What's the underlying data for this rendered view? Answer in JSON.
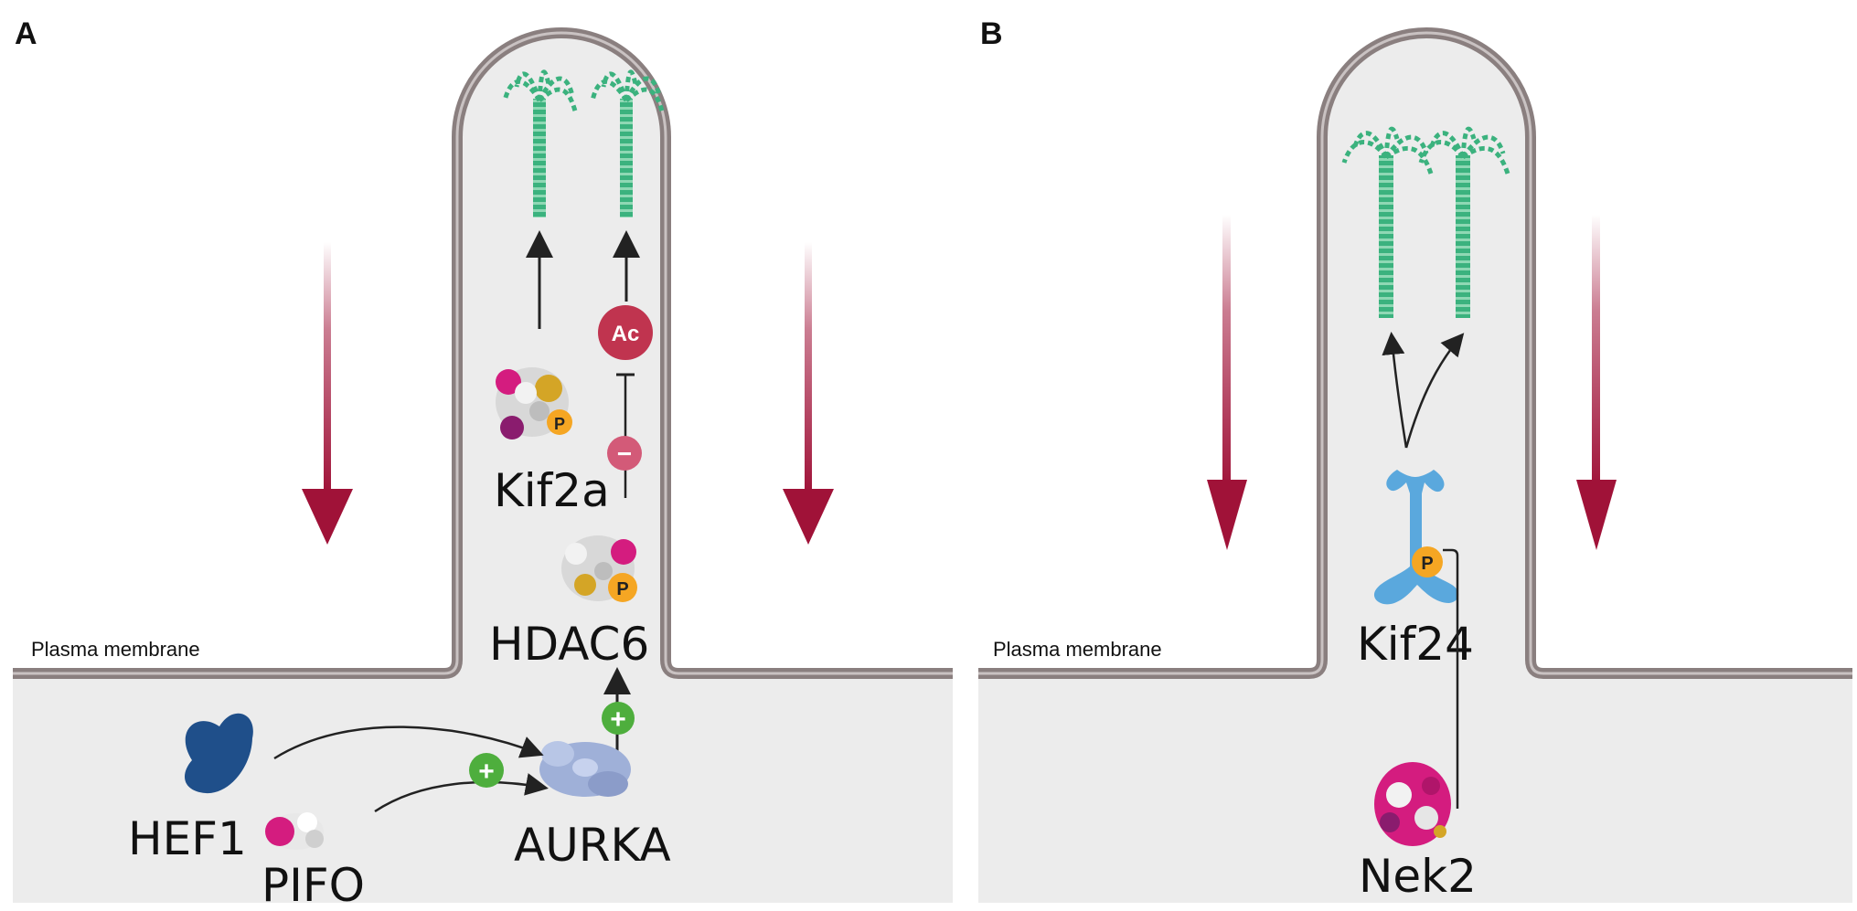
{
  "panels": {
    "a": {
      "label": "A",
      "membrane_label": "Plasma membrane",
      "proteins": {
        "kif2a": "Kif2a",
        "hdac6": "HDAC6",
        "aurka": "AURKA",
        "hef1": "HEF1",
        "pifo": "PIFO"
      },
      "badges": {
        "ac": "Ac",
        "phospho": "P",
        "activate": "+",
        "inhibit": "−"
      }
    },
    "b": {
      "label": "B",
      "membrane_label": "Plasma membrane",
      "proteins": {
        "kif24": "Kif24",
        "nek2": "Nek2"
      },
      "badges": {
        "phospho": "P"
      }
    }
  },
  "colors": {
    "cytoplasm": "#ececec",
    "membrane": "#8a7f7f",
    "microtubule": "#3bb27e",
    "disassembly_arrow": "#a01238",
    "acetyl_badge": "#c0344f",
    "inhibit_badge": "#d35a78",
    "activate_badge": "#4eae3d",
    "phospho_badge": "#f5a623",
    "kif24": "#5aa8dd",
    "hef1": "#1f4f8a",
    "aurka": "#9fb0d8",
    "magenta_protein": "#d41c7f"
  }
}
